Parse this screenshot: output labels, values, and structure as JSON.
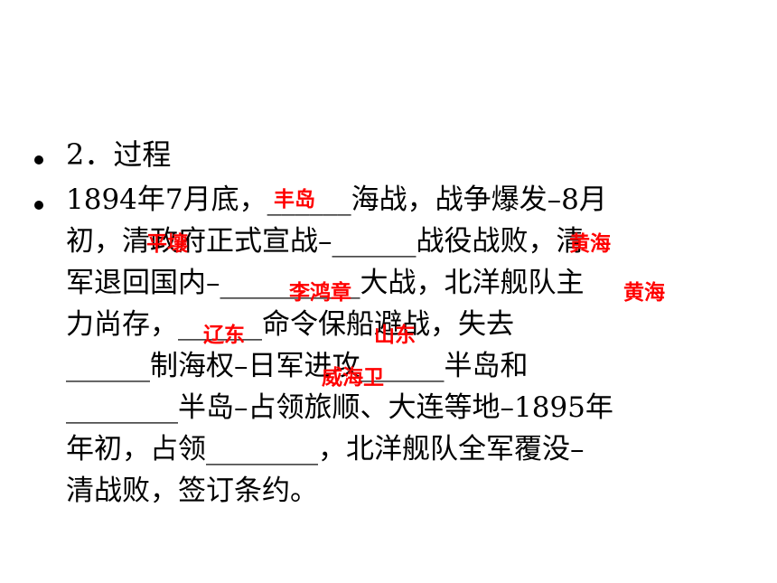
{
  "heading": {
    "bullet": "•",
    "text": "2．过程"
  },
  "paragraph": {
    "bullet": "•",
    "lines": [
      "1894年7月底，______海战，战争爆发–8月",
      "初，清政府正式宣战–______战役战败，清",
      "军退回国内–__________大战，北洋舰队主",
      "力尚存，______命令保船避战，失去",
      "______制海权–日军进攻______半岛和",
      "________半岛–占领旅顺、大连等地–1895年",
      "年初，占领________，北洋舰队全军覆没–",
      "清战败，签订条约。"
    ]
  },
  "answers": [
    "丰岛",
    "平壤",
    "黄海",
    "李鸿章",
    "黄海",
    "辽东",
    "山东",
    "威海卫"
  ],
  "colors": {
    "answer": "#ff0000",
    "text": "#000000",
    "background": "#ffffff"
  }
}
